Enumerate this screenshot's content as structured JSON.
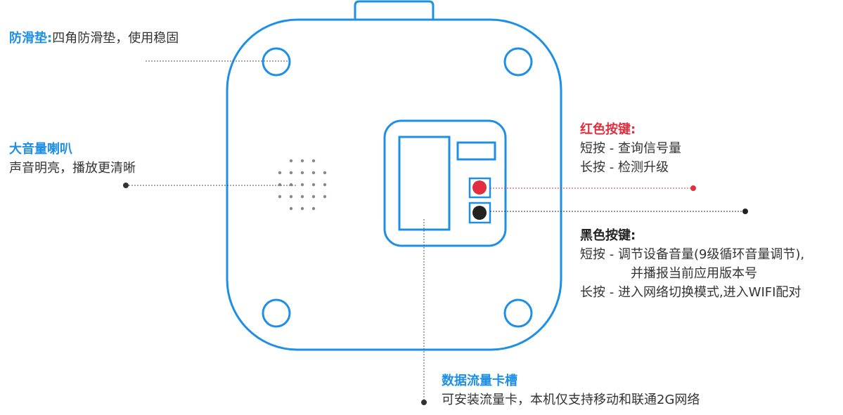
{
  "colors": {
    "outline": "#1e8fe6",
    "title_blue": "#1e8fe6",
    "title_red": "#e03040",
    "red_button": "#e03040",
    "black_button": "#222222",
    "dots": "#888888",
    "leader": "#555555"
  },
  "pads": {
    "title": "防滑垫:",
    "desc": "四角防滑垫，使用稳固"
  },
  "speaker": {
    "title": "大音量喇叭",
    "desc": "声音明亮，播放更清晰"
  },
  "red_key": {
    "title": "红色按键:",
    "short": "短按 - 查询信号量",
    "long": "长按 - 检测升级"
  },
  "black_key": {
    "title": "黑色按键:",
    "short": "短按 - 调节设备音量(9级循环音量调节),",
    "short_cont": "并播报当前应用版本号",
    "long": "长按 - 进入网络切换模式,进入WIFI配对"
  },
  "sim_slot": {
    "title": "数据流量卡槽",
    "desc": "可安装流量卡，本机仅支持移动和联通2G网络"
  },
  "icons": [
    "anti-slip-pad-icon",
    "speaker-grille-icon",
    "red-button-icon",
    "black-button-icon",
    "sim-slot-icon"
  ]
}
